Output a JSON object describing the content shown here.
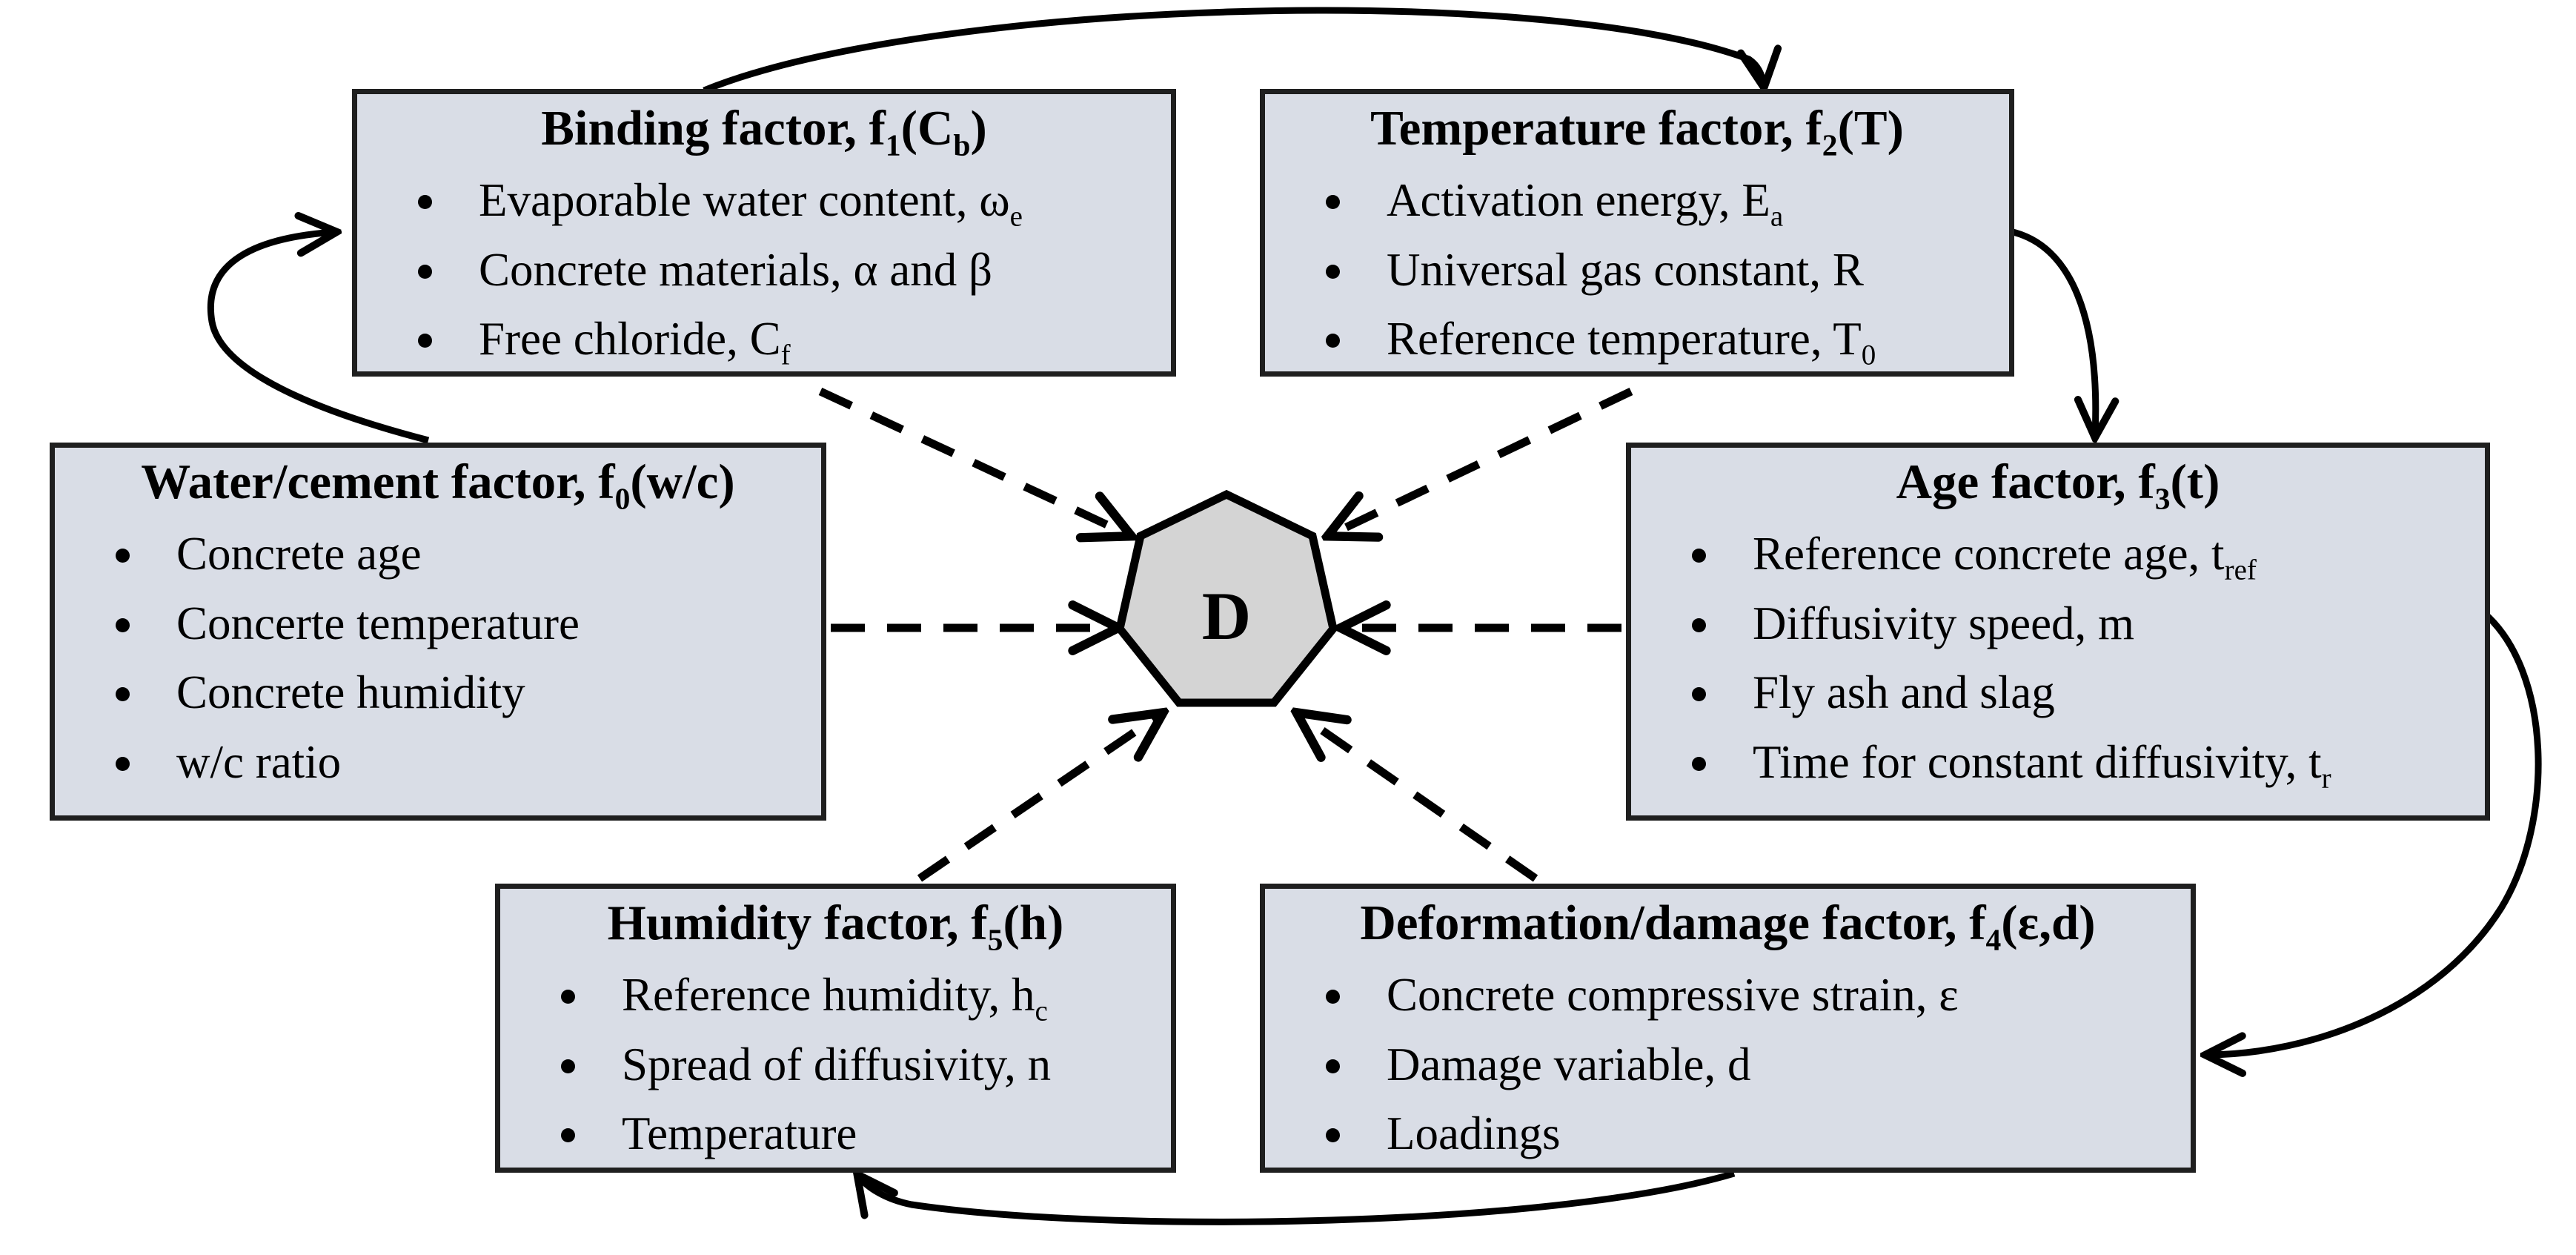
{
  "center": {
    "label": "D"
  },
  "colors": {
    "box_fill": "#d9dde6",
    "box_border": "#1f1f1f",
    "heptagon_fill": "#d4d4d4",
    "line": "#000000",
    "text": "#000000"
  },
  "boxes": {
    "binding": {
      "title": [
        {
          "t": "Binding factor, f"
        },
        {
          "t": "1",
          "sub": true
        },
        {
          "t": "(C"
        },
        {
          "t": "b",
          "sub": true
        },
        {
          "t": ")"
        }
      ],
      "items": [
        [
          {
            "t": "Evaporable water content, ω"
          },
          {
            "t": "e",
            "sub": true
          }
        ],
        [
          {
            "t": "Concrete materials, α and β"
          }
        ],
        [
          {
            "t": "Free chloride, C"
          },
          {
            "t": "f",
            "sub": true
          }
        ]
      ]
    },
    "temperature": {
      "title": [
        {
          "t": "Temperature factor, f"
        },
        {
          "t": "2",
          "sub": true
        },
        {
          "t": "(T)"
        }
      ],
      "items": [
        [
          {
            "t": "Activation energy, E"
          },
          {
            "t": "a",
            "sub": true
          }
        ],
        [
          {
            "t": "Universal gas constant, R"
          }
        ],
        [
          {
            "t": "Reference temperature, T"
          },
          {
            "t": "0",
            "sub": true
          }
        ]
      ]
    },
    "water_cement": {
      "title": [
        {
          "t": "Water/cement factor, f"
        },
        {
          "t": "0",
          "sub": true
        },
        {
          "t": "(w/c)"
        }
      ],
      "items": [
        [
          {
            "t": "Concrete age"
          }
        ],
        [
          {
            "t": "Concerte temperature"
          }
        ],
        [
          {
            "t": "Concrete humidity"
          }
        ],
        [
          {
            "t": "w/c ratio"
          }
        ]
      ]
    },
    "age": {
      "title": [
        {
          "t": "Age factor, f"
        },
        {
          "t": "3",
          "sub": true
        },
        {
          "t": "(t)"
        }
      ],
      "items": [
        [
          {
            "t": "Reference concrete age, t"
          },
          {
            "t": "ref",
            "sub": true
          }
        ],
        [
          {
            "t": "Diffusivity speed, m"
          }
        ],
        [
          {
            "t": "Fly ash and slag"
          }
        ],
        [
          {
            "t": "Time for constant diffusivity, t"
          },
          {
            "t": "r",
            "sub": true
          }
        ]
      ]
    },
    "humidity": {
      "title": [
        {
          "t": "Humidity factor, f"
        },
        {
          "t": "5",
          "sub": true
        },
        {
          "t": "(h)"
        }
      ],
      "items": [
        [
          {
            "t": "Reference humidity, h"
          },
          {
            "t": "c",
            "sub": true
          }
        ],
        [
          {
            "t": "Spread of diffusivity, n"
          }
        ],
        [
          {
            "t": "Temperature"
          }
        ]
      ]
    },
    "deformation": {
      "title": [
        {
          "t": "Deformation/damage factor, f"
        },
        {
          "t": "4",
          "sub": true
        },
        {
          "t": "(ε,d)"
        }
      ],
      "items": [
        [
          {
            "t": "Concrete compressive strain, ε"
          }
        ],
        [
          {
            "t": "Damage variable, d"
          }
        ],
        [
          {
            "t": "Loadings"
          }
        ]
      ]
    }
  },
  "connections": {
    "cycle_solid_arrows": [
      {
        "from": "water_cement",
        "to": "binding"
      },
      {
        "from": "binding",
        "to": "temperature"
      },
      {
        "from": "temperature",
        "to": "age"
      },
      {
        "from": "age",
        "to": "deformation"
      },
      {
        "from": "deformation",
        "to": "humidity"
      }
    ],
    "dashed_input_arrows": [
      {
        "from": "binding",
        "to": "center"
      },
      {
        "from": "temperature",
        "to": "center"
      },
      {
        "from": "water_cement",
        "to": "center"
      },
      {
        "from": "age",
        "to": "center"
      },
      {
        "from": "humidity",
        "to": "center"
      },
      {
        "from": "deformation",
        "to": "center"
      }
    ]
  }
}
